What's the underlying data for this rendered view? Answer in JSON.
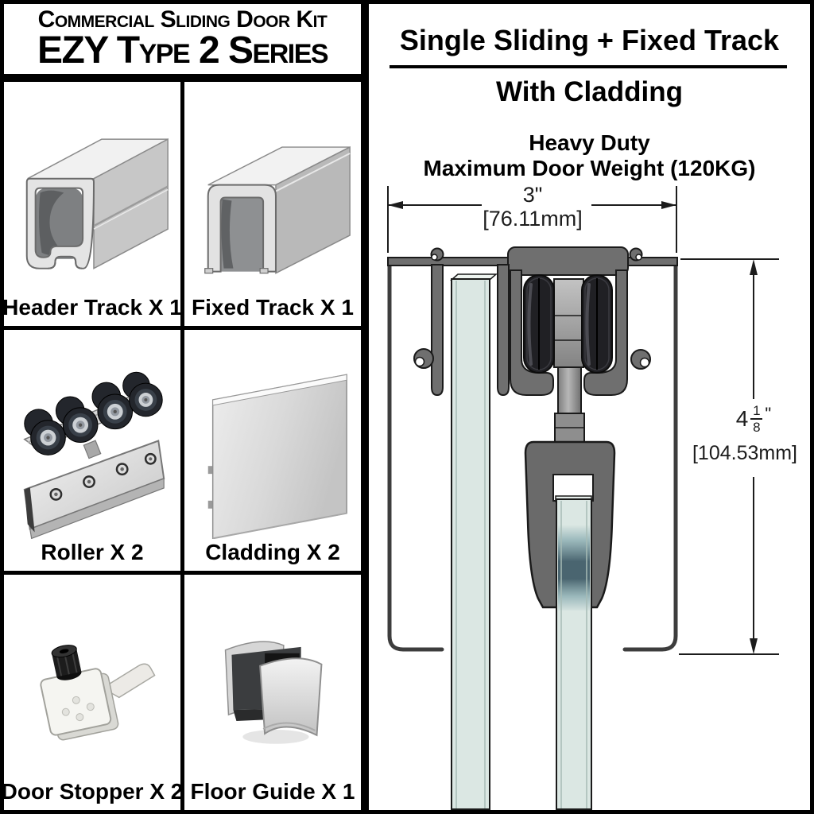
{
  "title": {
    "line1": "Commercial Sliding Door Kit",
    "line2": "EZY Type 2 Series"
  },
  "components": [
    {
      "name": "header-track",
      "label": "Header Track X 1"
    },
    {
      "name": "fixed-track",
      "label": "Fixed Track X 1"
    },
    {
      "name": "roller",
      "label": "Roller X 2"
    },
    {
      "name": "cladding",
      "label": "Cladding X 2"
    },
    {
      "name": "door-stopper",
      "label": "Door Stopper X 2"
    },
    {
      "name": "floor-guide",
      "label": "Floor Guide X 1"
    }
  ],
  "diagram": {
    "heading_main": "Single Sliding + Fixed Track",
    "heading_sub": "With Cladding",
    "duty": "Heavy Duty",
    "max_weight": "Maximum Door Weight (120KG)",
    "dimensions": {
      "width": {
        "inches": "3\"",
        "mm": "[76.11mm]"
      },
      "height": {
        "whole": "4",
        "numerator": "1",
        "denominator": "8",
        "unit": "\"",
        "mm": "[104.53mm]"
      }
    },
    "colors": {
      "profile_gray": "#6f6f6f",
      "outline": "#1a1a1a",
      "glass": "#dbe7e3",
      "roller_black": "#202024",
      "clamp_tint_dark": "#4a6570"
    }
  }
}
